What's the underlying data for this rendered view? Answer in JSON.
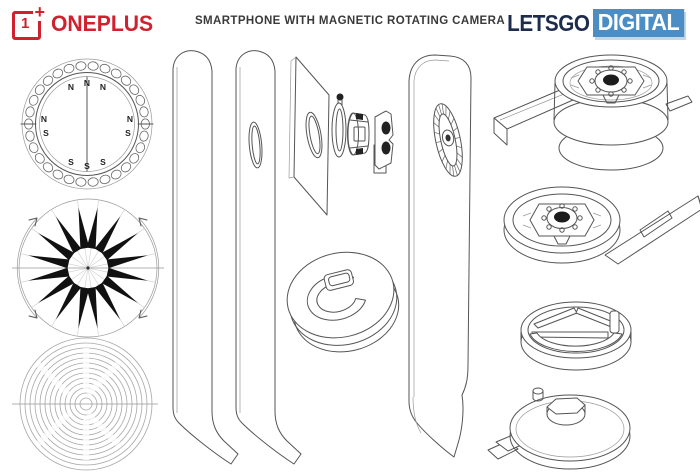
{
  "header": {
    "oneplus": {
      "box_digit": "1",
      "box_plus": "+",
      "wordmark": "ONEPLUS",
      "color": "#d0212e"
    },
    "title": "SMARTPHONE WITH MAGNETIC ROTATING CAMERA",
    "letsgodigital": {
      "word1": "LETSGO",
      "word2": "DIGITAL",
      "navy": "#1d2b4d",
      "blue": "#4a8ec5"
    }
  },
  "figures": {
    "magnet_ring": {
      "name": "magnet-pole-ring-diagram",
      "top": [
        "N",
        "N",
        "N"
      ],
      "bottom": [
        "S",
        "S",
        "S"
      ],
      "left": [
        "N",
        "S"
      ],
      "right": [
        "N",
        "S"
      ]
    },
    "spoke_wheel": {
      "name": "magnetic-flux-wheel-diagram"
    },
    "coil": {
      "name": "coil-winding-diagram"
    },
    "exploded_phone": {
      "name": "exploded-smartphone-view"
    },
    "modules": {
      "assembled": "camera-module-assembled-with-bracket",
      "rotor": "camera-module-rotor-with-ribbon-cable",
      "housing": "camera-module-housing-cup",
      "base": "camera-module-base-plate"
    }
  }
}
